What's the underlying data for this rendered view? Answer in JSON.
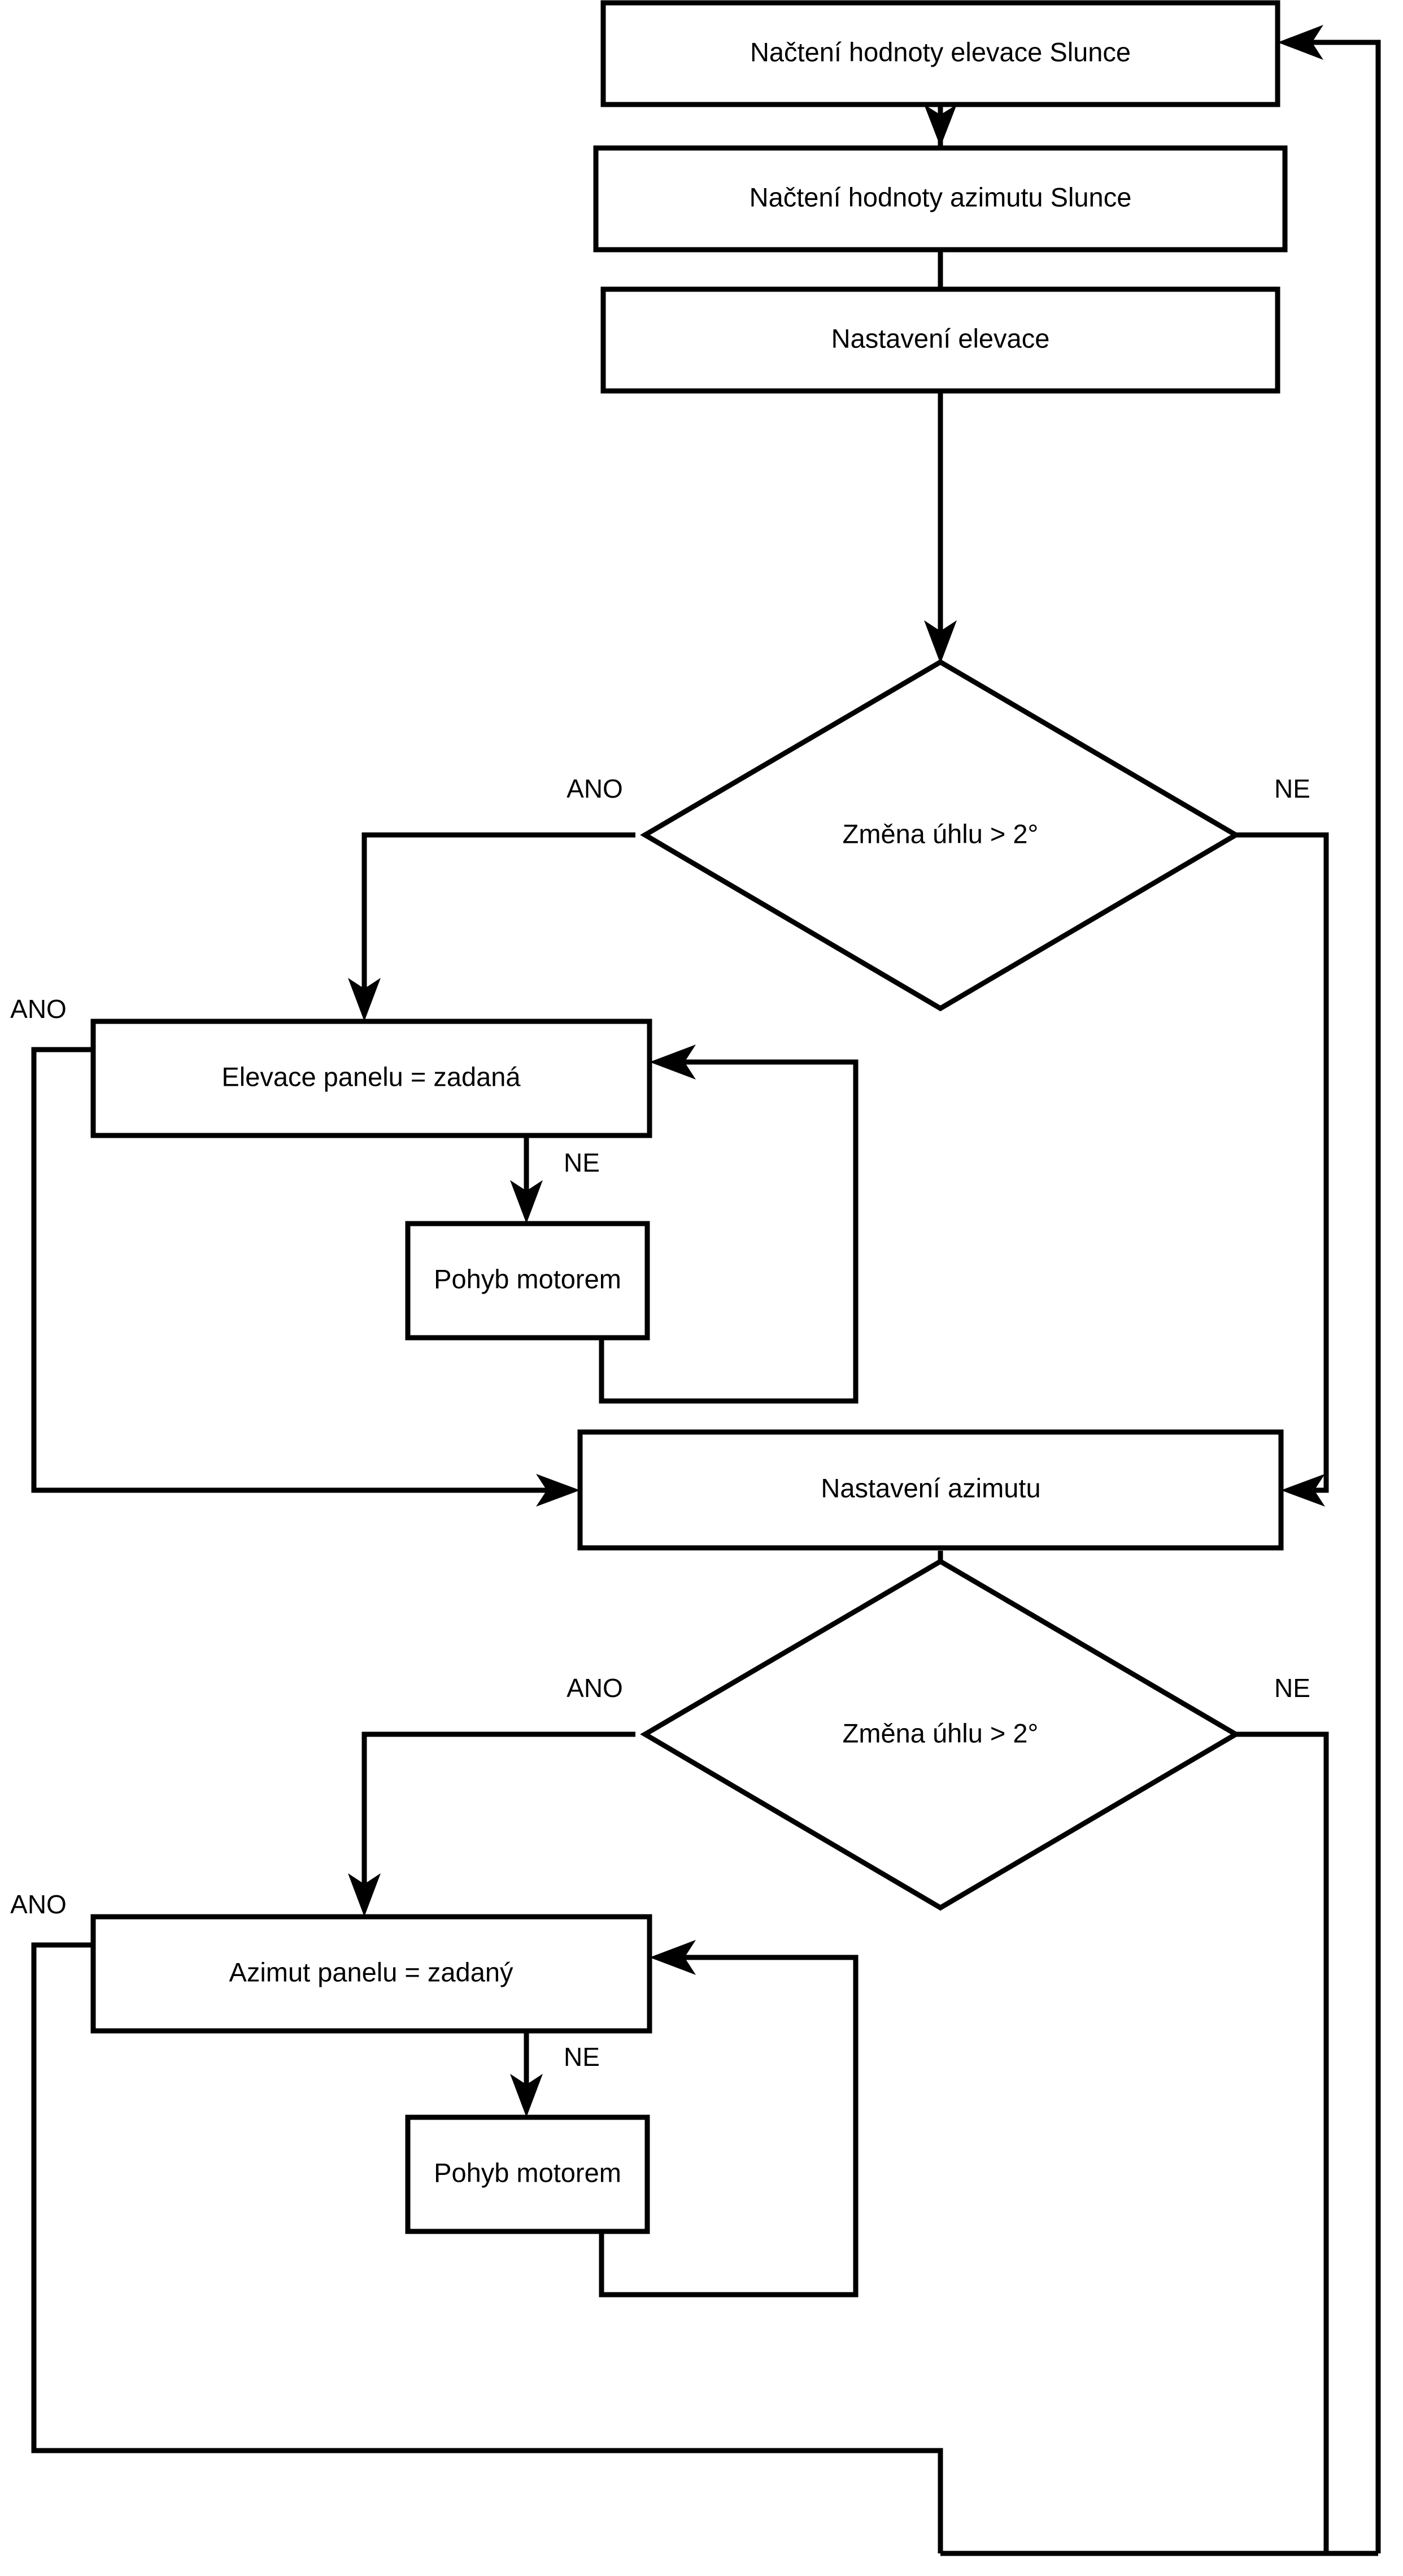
{
  "diagram": {
    "type": "flowchart",
    "language": "cs",
    "title": "Vyvojovy diagram rizeni solarniho trackeru",
    "colors": {
      "background": "#ffffff",
      "stroke": "#000000",
      "node_fill": "#ffffff",
      "text": "#000000"
    },
    "nodes": [
      {
        "id": "n1",
        "shape": "process",
        "label": "Načtení hodnoty elevace Slunce"
      },
      {
        "id": "n2",
        "shape": "process",
        "label": "Načtení hodnoty azimutu Slunce"
      },
      {
        "id": "n3",
        "shape": "process",
        "label": "Nastavení elevace"
      },
      {
        "id": "d1",
        "shape": "decision",
        "label": "Změna úhlu > 2°"
      },
      {
        "id": "n4",
        "shape": "process",
        "label": "Elevace panelu = zadaná"
      },
      {
        "id": "n5",
        "shape": "process",
        "label": "Pohyb motorem"
      },
      {
        "id": "n6",
        "shape": "process",
        "label": "Nastavení azimutu"
      },
      {
        "id": "d2",
        "shape": "decision",
        "label": "Změna úhlu > 2°"
      },
      {
        "id": "n7",
        "shape": "process",
        "label": "Azimut panelu = zadaný"
      },
      {
        "id": "n8",
        "shape": "process",
        "label": "Pohyb motorem"
      }
    ],
    "edge_labels": {
      "d1_yes": "ANO",
      "d1_no": "NE",
      "n4_yes": "ANO",
      "n4_no": "NE",
      "d2_yes": "ANO",
      "d2_no": "NE",
      "n7_yes": "ANO",
      "n7_no": "NE"
    },
    "edges": [
      {
        "from": "n1",
        "to": "n2",
        "label": ""
      },
      {
        "from": "n2",
        "to": "n3",
        "label": ""
      },
      {
        "from": "n3",
        "to": "d1",
        "label": ""
      },
      {
        "from": "d1",
        "to": "n4",
        "label": "ANO"
      },
      {
        "from": "d1",
        "to": "n6",
        "label": "NE"
      },
      {
        "from": "n4",
        "to": "n6",
        "label": "ANO"
      },
      {
        "from": "n4",
        "to": "n5",
        "label": "NE"
      },
      {
        "from": "n5",
        "to": "n4",
        "label": ""
      },
      {
        "from": "n6",
        "to": "d2",
        "label": ""
      },
      {
        "from": "d2",
        "to": "n7",
        "label": "ANO"
      },
      {
        "from": "d2",
        "to": "n1",
        "label": "NE"
      },
      {
        "from": "n7",
        "to": "n1",
        "label": "ANO"
      },
      {
        "from": "n7",
        "to": "n8",
        "label": "NE"
      },
      {
        "from": "n8",
        "to": "n7",
        "label": ""
      }
    ]
  }
}
